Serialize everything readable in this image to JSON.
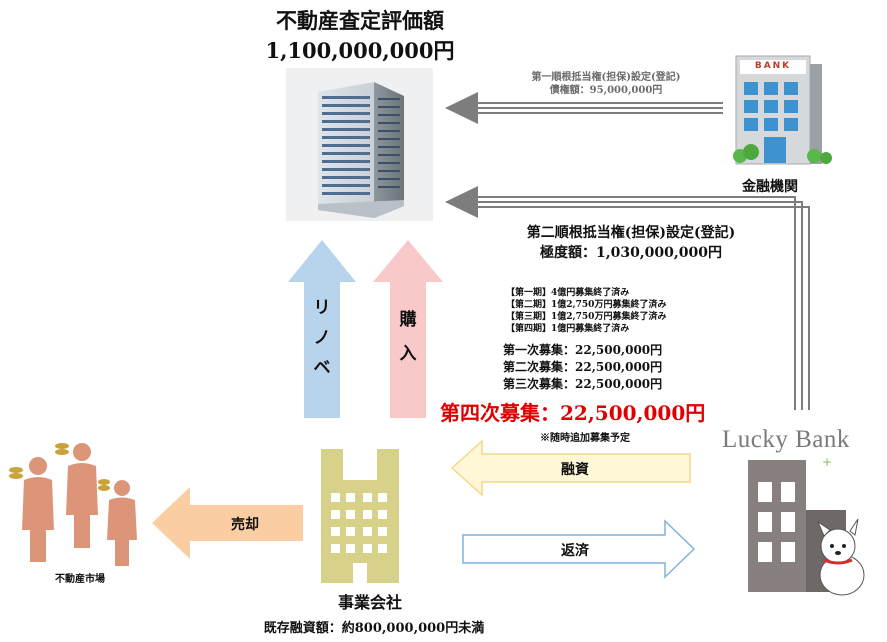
{
  "property": {
    "title": "不動産査定評価額",
    "valuation": "1,100,000,000円"
  },
  "first_lien": {
    "label": "第一順根抵当権(担保)設定(登記)",
    "amount": "債権額：95,000,000円"
  },
  "bank": {
    "label": "金融機関",
    "sign": "BANK"
  },
  "second_lien": {
    "label": "第二順根抵当権(担保)設定(登記)",
    "amount": "極度額：1,030,000,000円"
  },
  "periods": [
    "【第一期】4億円募集終了済み",
    "【第二期】1億2,750万円募集終了済み",
    "【第三期】1億2,750万円募集終了済み",
    "【第四期】1億円募集終了済み"
  ],
  "rounds": [
    "第一次募集：22,500,000円",
    "第二次募集：22,500,000円",
    "第三次募集：22,500,000円"
  ],
  "fourth_round": "第四次募集：22,500,000円",
  "additional_note": "※随時追加募集予定",
  "arrows": {
    "renovation": [
      "リ",
      "ノ",
      "ベ"
    ],
    "purchase": [
      "購",
      "入"
    ],
    "financing": "融資",
    "repayment": "返済",
    "sale": "売却"
  },
  "company": {
    "label": "事業会社",
    "existing_loan": "既存融資額：約800,000,000円未満"
  },
  "market": {
    "label": "不動産市場"
  },
  "lucky_bank": {
    "logo": "Lucky Bank"
  },
  "colors": {
    "renovation_arrow": "#b8d3ec",
    "purchase_arrow": "#f9c9c9",
    "sale_arrow": "#fbcda3",
    "lien_line": "#7d7d7d",
    "fourth_round_text": "#e00000",
    "company_building": "#d7d18a",
    "market_people": "#dd957a",
    "lucky_building": "#87807f"
  }
}
